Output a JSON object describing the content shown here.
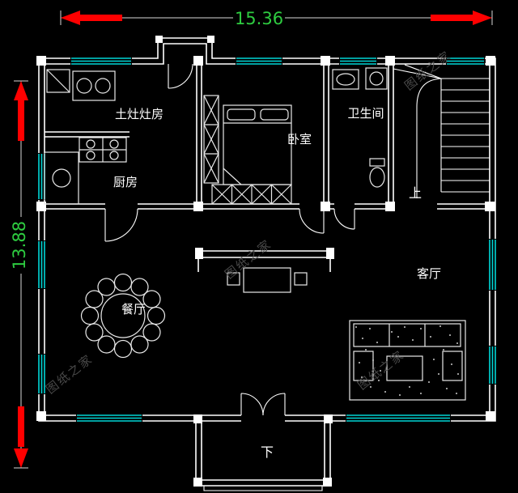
{
  "dimensions": {
    "width_label": "15.36",
    "height_label": "13.88"
  },
  "rooms": {
    "stove_room": "土灶灶房",
    "kitchen": "厨房",
    "bedroom": "卧室",
    "bathroom": "卫生间",
    "dining": "餐厅",
    "living": "客厅"
  },
  "stairs": {
    "up": "上",
    "down": "下"
  },
  "watermark": {
    "text": "图纸之家"
  },
  "colors": {
    "background": "#000000",
    "wall": "#ffffff",
    "window": "#00d6d6",
    "dimension_text": "#2ecc40",
    "arrow": "#ff0000",
    "label": "#ffffff",
    "watermark": "#4f4f4f"
  }
}
